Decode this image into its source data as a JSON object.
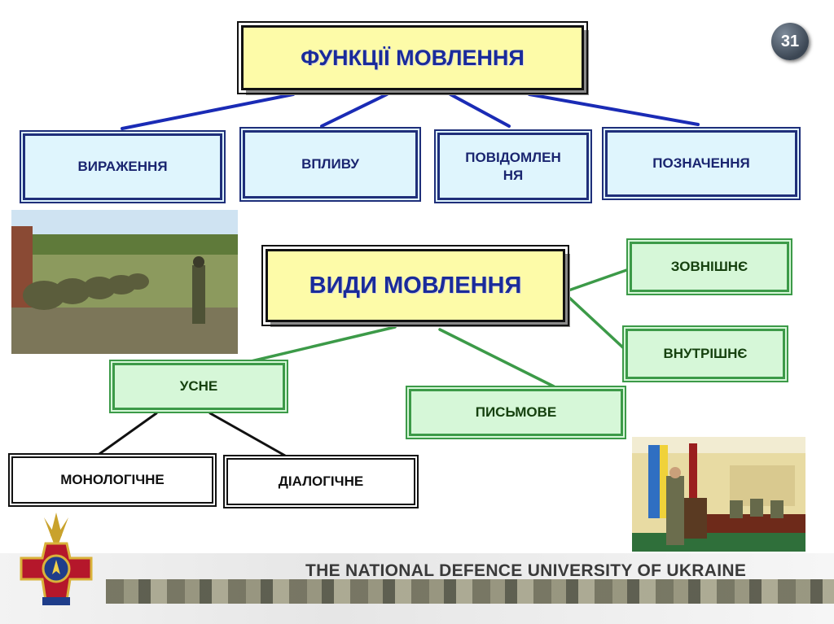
{
  "slide_number": "31",
  "functions": {
    "title": "ФУНКЦІЇ МОВЛЕННЯ",
    "items": [
      "ВИРАЖЕННЯ",
      "ВПЛИВУ",
      "ПОВІДОМЛЕН\nНЯ",
      "ПОЗНАЧЕННЯ"
    ]
  },
  "types": {
    "title": "ВИДИ  МОВЛЕННЯ",
    "external": "ЗОВНІШНЄ",
    "internal": "ВНУТРІШНЄ",
    "oral": "УСНЕ",
    "written": "ПИСЬМОВЕ",
    "monologue": "МОНОЛОГІЧНЕ",
    "dialogue": "ДІАЛОГІЧНЕ"
  },
  "footer": {
    "text": "THE NATIONAL DEFENCE UNIVERSITY OF UKRAINE"
  },
  "colors": {
    "title_fill": "#fdfba8",
    "blue_fill": "#dff5fd",
    "green_fill": "#d6f7d8",
    "connector_blue": "#1a2bb5",
    "connector_green": "#3c9a48"
  }
}
